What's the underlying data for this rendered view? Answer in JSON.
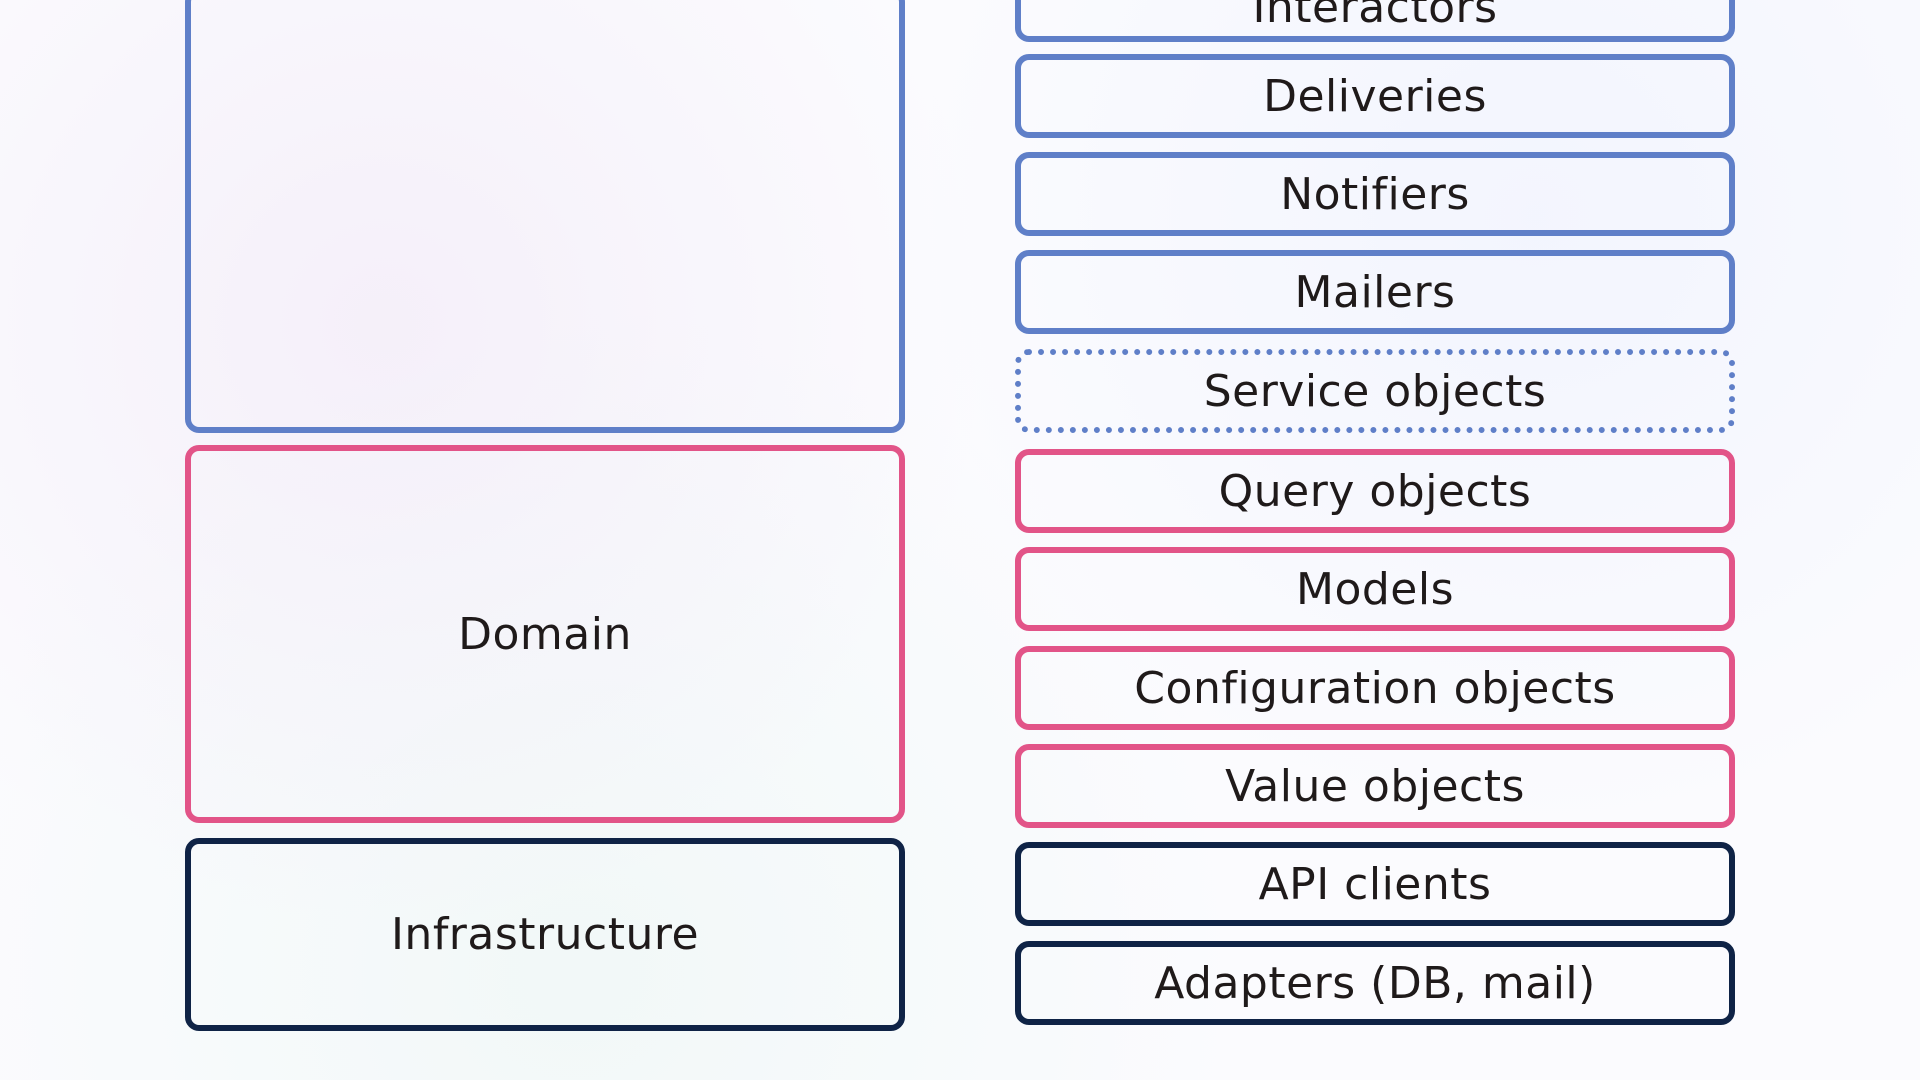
{
  "diagram": {
    "layers": {
      "application": {
        "label": ""
      },
      "domain": {
        "label": "Domain"
      },
      "infrastructure": {
        "label": "Infrastructure"
      }
    },
    "components": [
      {
        "label": "Interactors",
        "group": "blue",
        "style": "solid"
      },
      {
        "label": "Deliveries",
        "group": "blue",
        "style": "solid"
      },
      {
        "label": "Notifiers",
        "group": "blue",
        "style": "solid"
      },
      {
        "label": "Mailers",
        "group": "blue",
        "style": "solid"
      },
      {
        "label": "Service objects",
        "group": "blue",
        "style": "dotted"
      },
      {
        "label": "Query objects",
        "group": "pink",
        "style": "solid"
      },
      {
        "label": "Models",
        "group": "pink",
        "style": "solid"
      },
      {
        "label": "Configuration objects",
        "group": "pink",
        "style": "solid"
      },
      {
        "label": "Value objects",
        "group": "pink",
        "style": "solid"
      },
      {
        "label": "API clients",
        "group": "navy",
        "style": "solid"
      },
      {
        "label": "Adapters (DB, mail)",
        "group": "navy",
        "style": "solid"
      }
    ]
  },
  "colors": {
    "application": "#5f7fc8",
    "domain": "#e25488",
    "infrastructure": "#0f2346"
  }
}
